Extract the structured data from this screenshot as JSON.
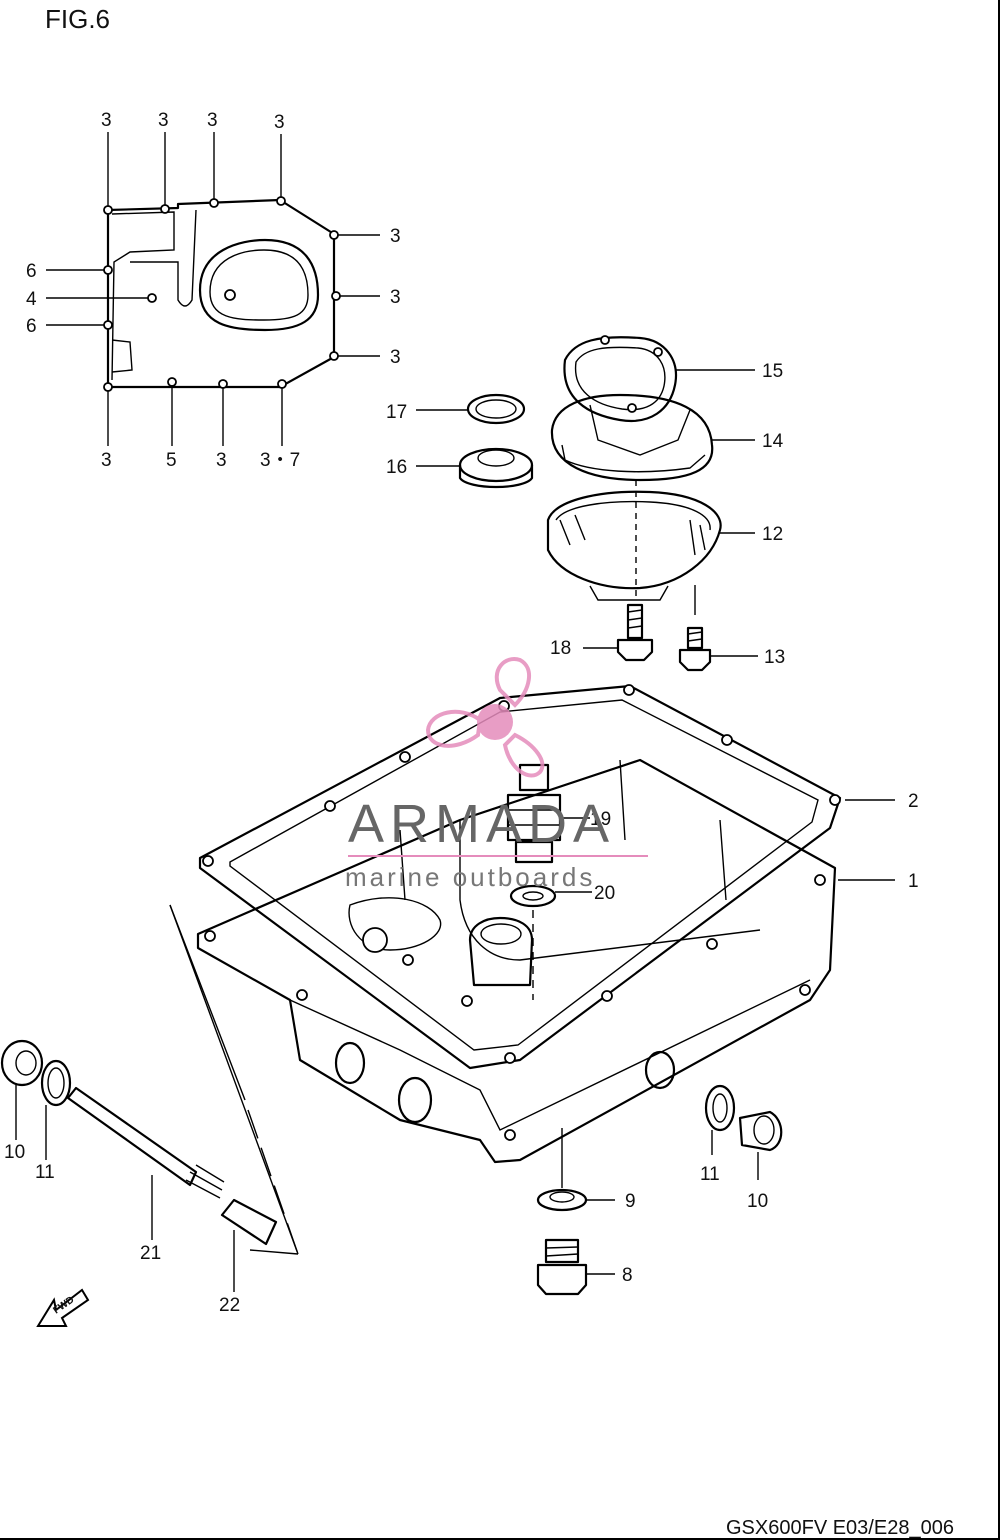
{
  "figure_title": "FIG.6",
  "footer_code": "GSX600FV E03/E28_006",
  "watermark": {
    "brand": "ARMADA",
    "tagline": "marine outboards",
    "logo_color": "#e58cbc",
    "text_color": "#666666"
  },
  "fwd_label": "FWD",
  "callouts": {
    "top_row": [
      "3",
      "3",
      "3",
      "3"
    ],
    "right_col": [
      "3",
      "3",
      "3"
    ],
    "left_col": [
      "6",
      "4",
      "6"
    ],
    "bottom_row": [
      "3",
      "5",
      "3",
      "3・7"
    ],
    "parts": {
      "p1": "1",
      "p2": "2",
      "p8": "8",
      "p9": "9",
      "p10a": "10",
      "p11a": "11",
      "p10b": "10",
      "p11b": "11",
      "p12": "12",
      "p13": "13",
      "p14": "14",
      "p15": "15",
      "p16": "16",
      "p17": "17",
      "p18": "18",
      "p19": "19",
      "p20": "20",
      "p21": "21",
      "p22": "22"
    }
  }
}
